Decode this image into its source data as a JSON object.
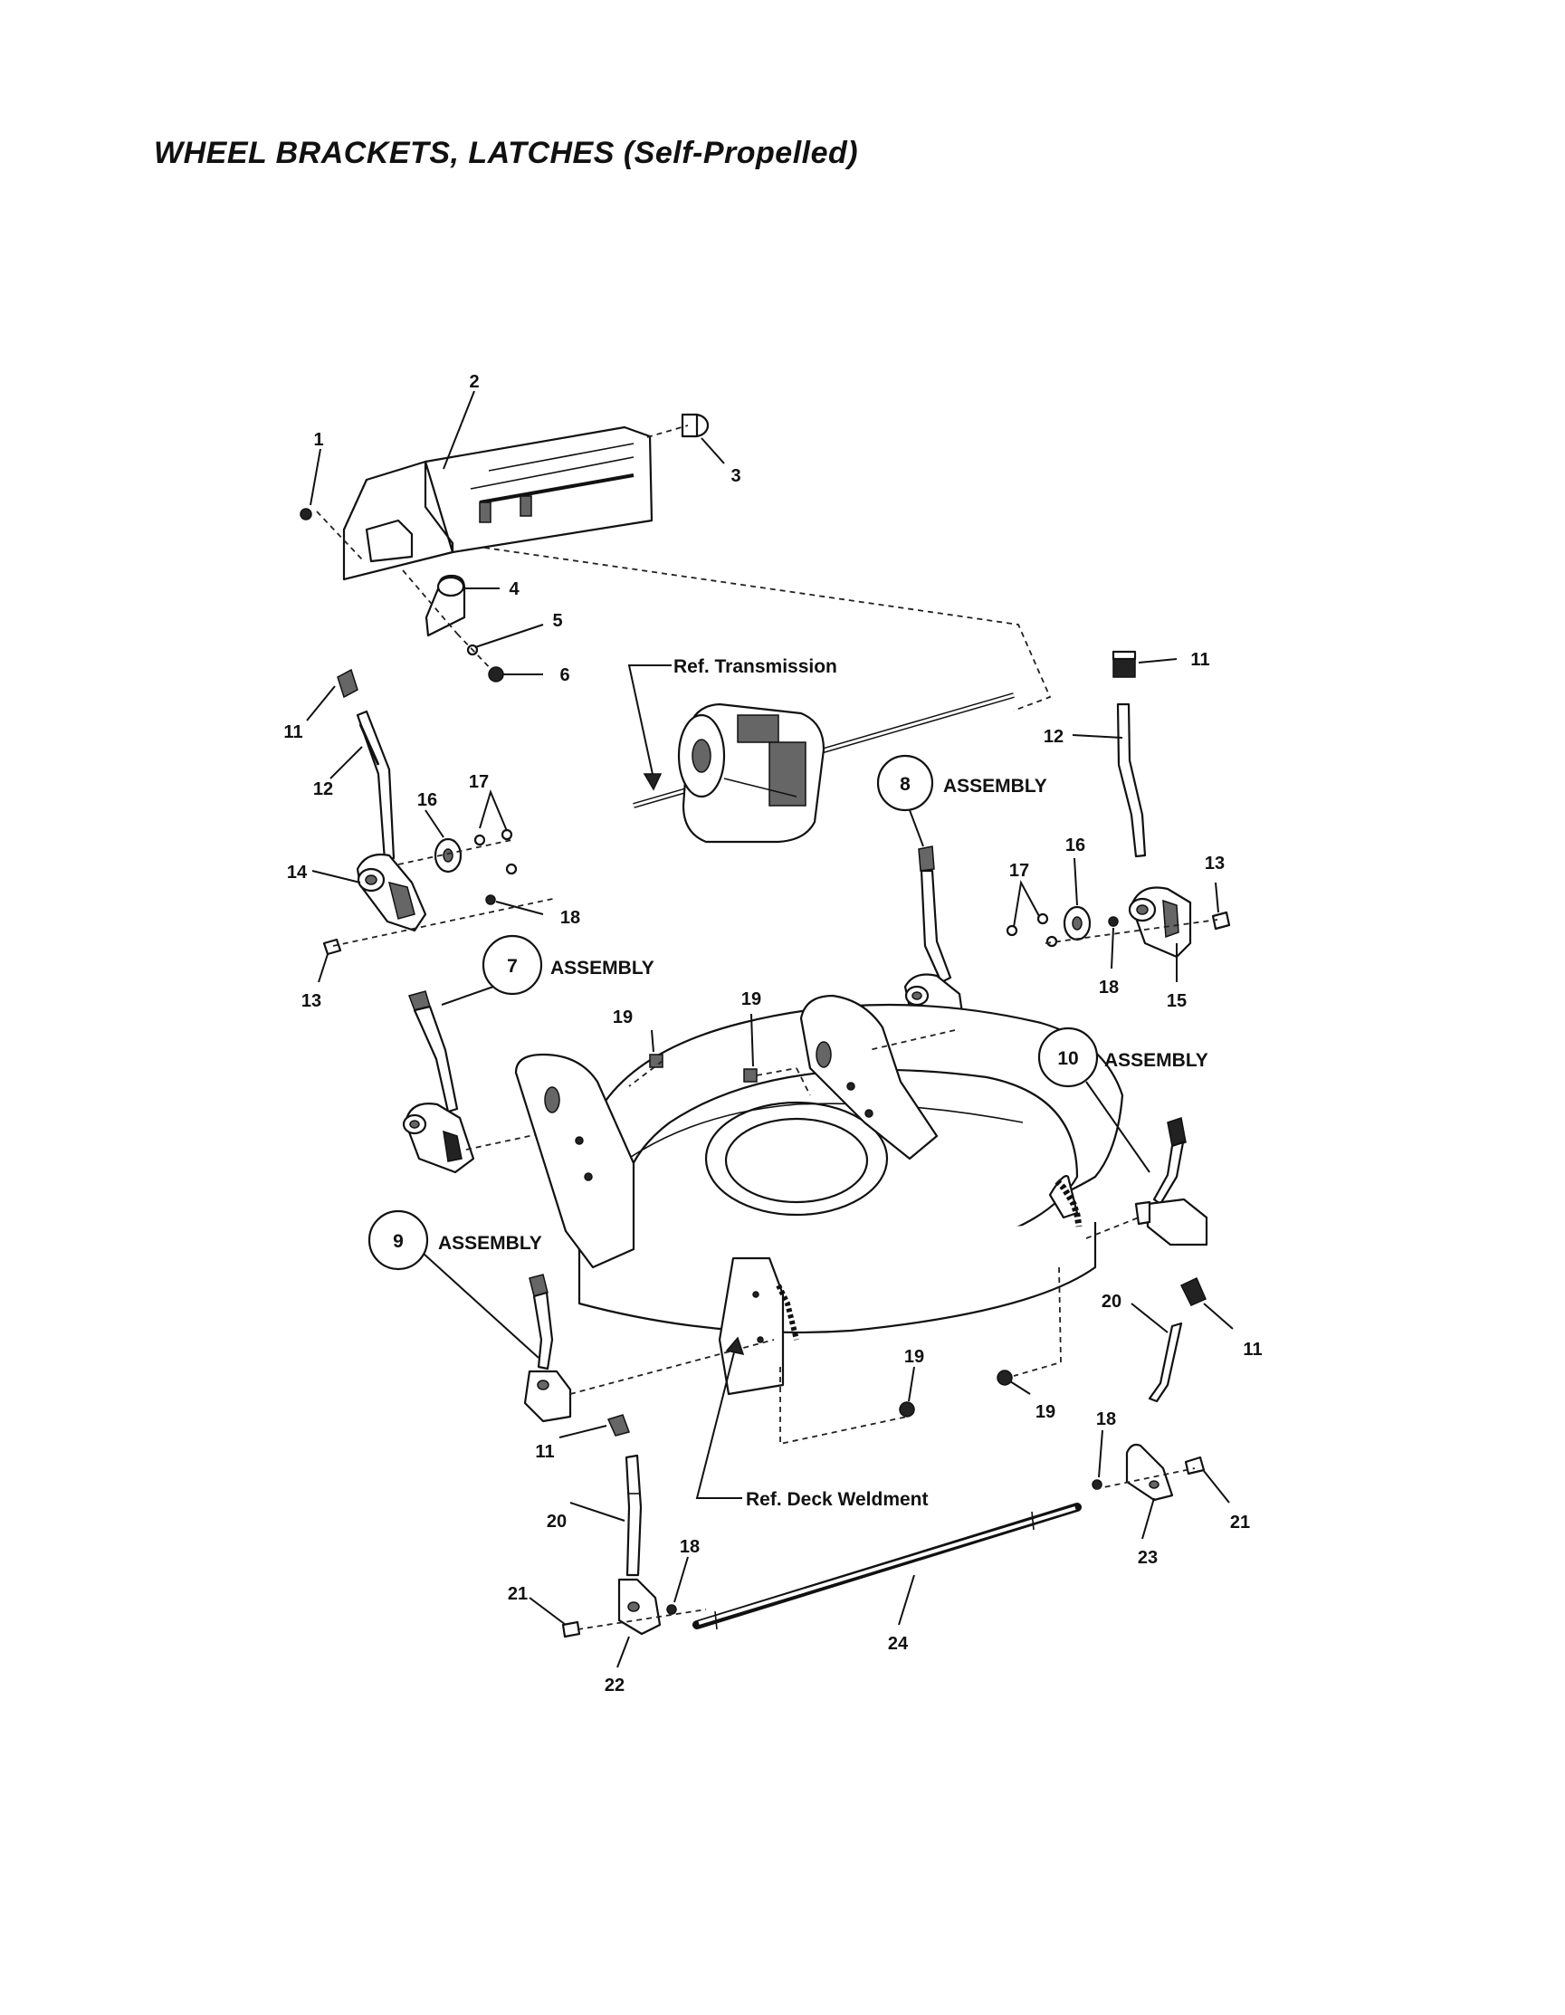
{
  "title": "WHEEL BRACKETS, LATCHES (Self-Propelled)",
  "reference_labels": {
    "transmission": "Ref. Transmission",
    "deck": "Ref. Deck Weldment"
  },
  "assembly_label": "ASSEMBLY",
  "assemblies": [
    "7",
    "8",
    "9",
    "10"
  ],
  "callouts": {
    "c1": "1",
    "c2": "2",
    "c3": "3",
    "c4": "4",
    "c5": "5",
    "c6": "6",
    "c11a": "11",
    "c12a": "12",
    "c16a": "16",
    "c17a": "17",
    "c14": "14",
    "c18a": "18",
    "c13a": "13",
    "c11b": "11",
    "c12b": "12",
    "c16b": "16",
    "c17b": "17",
    "c13b": "13",
    "c18b": "18",
    "c15": "15",
    "c19a": "19",
    "c19b": "19",
    "c19c": "19",
    "c19d": "19",
    "c20a": "20",
    "c11c": "11",
    "c11d": "11",
    "c20b": "20",
    "c18c": "18",
    "c21a": "21",
    "c22": "22",
    "c24": "24",
    "c18d": "18",
    "c21b": "21",
    "c23": "23"
  }
}
